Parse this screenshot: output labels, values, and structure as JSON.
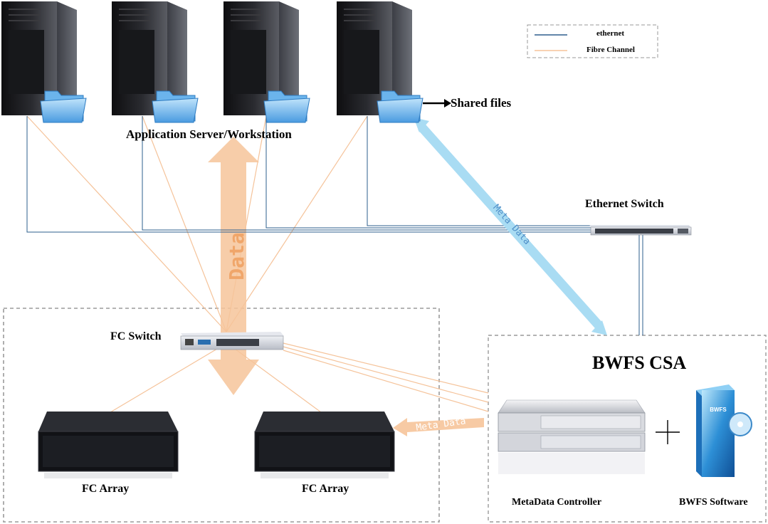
{
  "legend": {
    "ethernet_label": "ethernet",
    "fibre_label": "Fibre Channel",
    "ethernet_color": "#2e5f8e",
    "fibre_color": "#f5c39a"
  },
  "labels": {
    "shared_files": "Shared files",
    "app_servers": "Application Server/Workstation",
    "ethernet_switch": "Ethernet Switch",
    "fc_switch": "FC Switch",
    "bwfs_csa": "BWFS CSA",
    "fc_array_1": "FC Array",
    "fc_array_2": "FC Array",
    "metadata_controller": "MetaData Controller",
    "bwfs_software": "BWFS Software"
  },
  "arrows": {
    "data": "Data",
    "meta_data_diagonal": "Meta Data",
    "meta_data_horizontal": "Meta Data"
  },
  "product_box": {
    "brand": "BWFS"
  },
  "colors": {
    "data_arrow": "#f6c49a",
    "meta_arrow_blue": "#a9dcf3",
    "meta_text_blue": "#4f8fc8",
    "data_text": "#f0a66a",
    "dashed_border": "#9a9a9a"
  }
}
